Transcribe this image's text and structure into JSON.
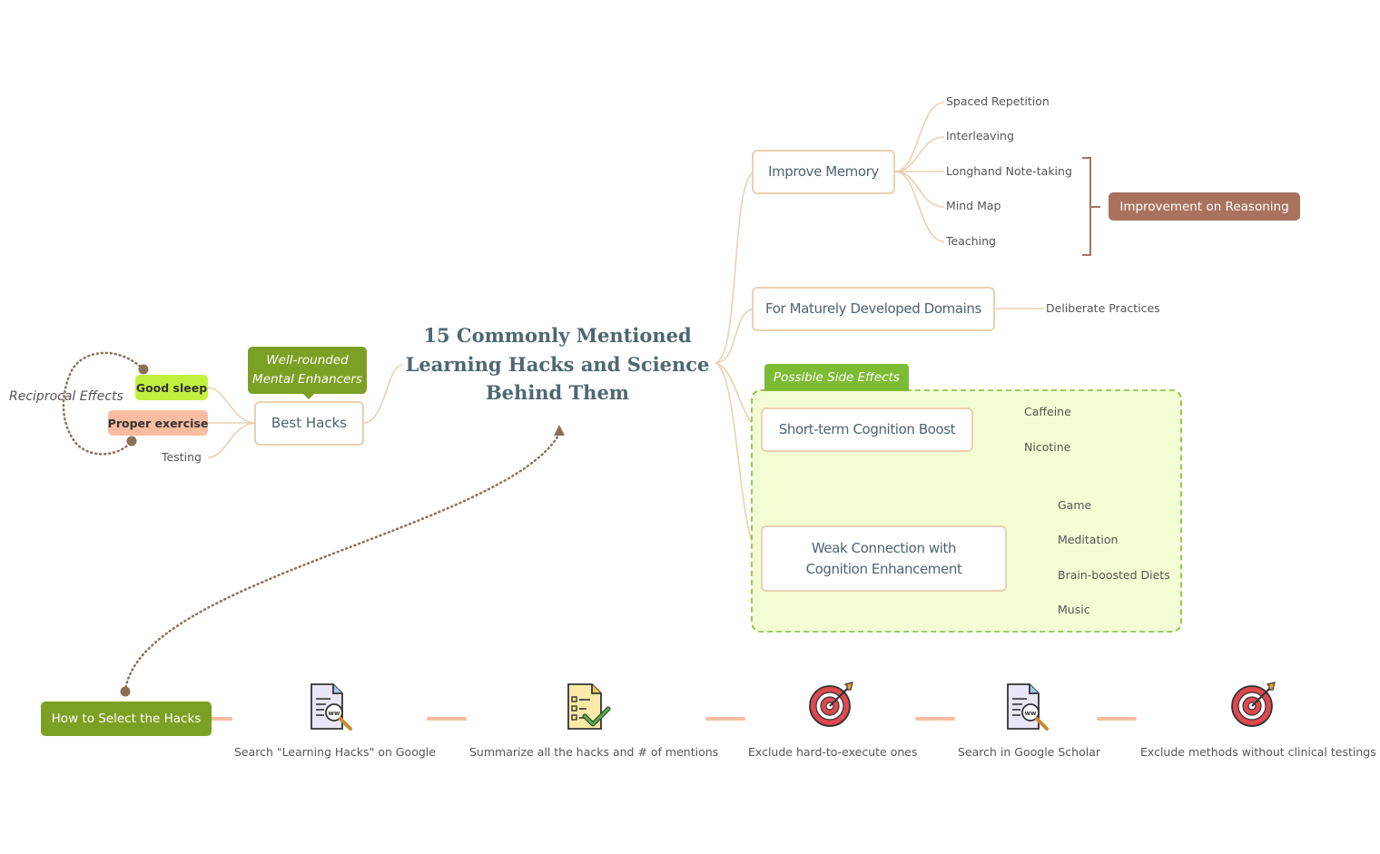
{
  "title": "15 Commonly Mentioned Learning Hacks and Science Behind Them",
  "best_hacks": {
    "label": "Best Hacks",
    "callout": "Well-rounded\nMental Enhancers",
    "leaves": [
      "Good sleep",
      "Proper exercise",
      "Testing"
    ],
    "relationship": "Reciprocal Effects"
  },
  "improve_memory": {
    "label": "Improve Memory",
    "leaves": [
      "Spaced Repetition",
      "Interleaving",
      "Longhand Note-taking",
      "Mind Map",
      "Teaching"
    ],
    "summary": "Improvement on Reasoning"
  },
  "mature_domains": {
    "label": "For Maturely Developed Domains",
    "leaves": [
      "Deliberate Practices"
    ]
  },
  "side_effects": {
    "boundary_label": "Possible Side Effects",
    "short_term": {
      "label": "Short-term Cognition Boost",
      "leaves": [
        "Caffeine",
        "Nicotine"
      ]
    },
    "weak": {
      "label": "Weak Connection with Cognition Enhancement",
      "leaves": [
        "Game",
        "Meditation",
        "Brain-boosted Diets",
        "Music"
      ]
    }
  },
  "selection": {
    "label": "How to Select the Hacks",
    "steps": [
      {
        "label": "Search \"Learning Hacks\" on Google",
        "icon": "document-search-icon"
      },
      {
        "label": "Summarize all the hacks and # of mentions",
        "icon": "checklist-icon"
      },
      {
        "label": "Exclude hard-to-execute ones",
        "icon": "target-icon"
      },
      {
        "label": "Search in Google Scholar",
        "icon": "document-search-icon"
      },
      {
        "label": "Exclude methods without clinical testings",
        "icon": "target-icon"
      }
    ]
  },
  "colors": {
    "connector": "#ebd0b0",
    "node_text": "#4e6470",
    "green": "#7ba023",
    "green_bright": "#c3f03e",
    "salmon": "#f9bca0",
    "brown": "#a8725e",
    "boundary_fill": "#f2fdd3",
    "boundary_stroke": "#7dbb35",
    "dotted": "#8a7156"
  }
}
